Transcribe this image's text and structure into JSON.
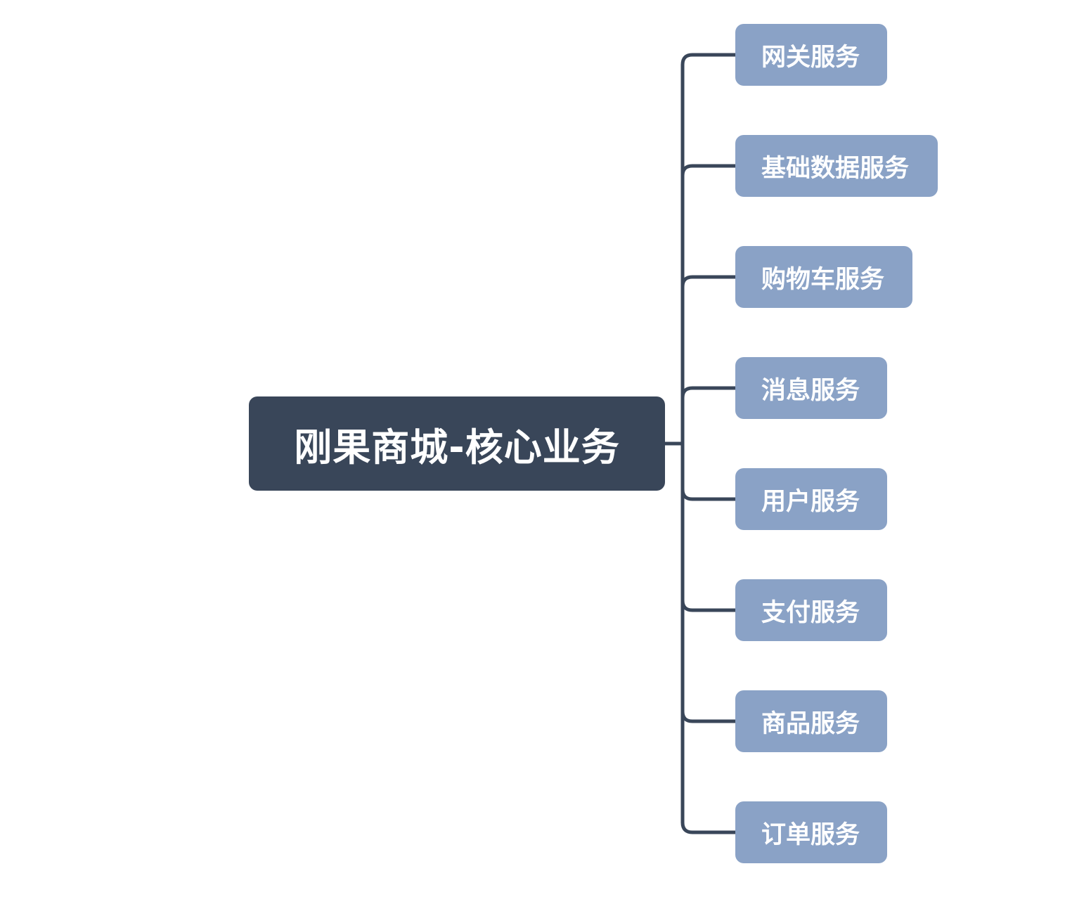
{
  "root": {
    "label": "刚果商城-核心业务"
  },
  "children": [
    {
      "label": "网关服务"
    },
    {
      "label": "基础数据服务"
    },
    {
      "label": "购物车服务"
    },
    {
      "label": "消息服务"
    },
    {
      "label": "用户服务"
    },
    {
      "label": "支付服务"
    },
    {
      "label": "商品服务"
    },
    {
      "label": "订单服务"
    }
  ],
  "colors": {
    "root_fill": "#394659",
    "child_fill": "#8aa2c6",
    "connector": "#394659",
    "label_text": "#ffffff"
  }
}
